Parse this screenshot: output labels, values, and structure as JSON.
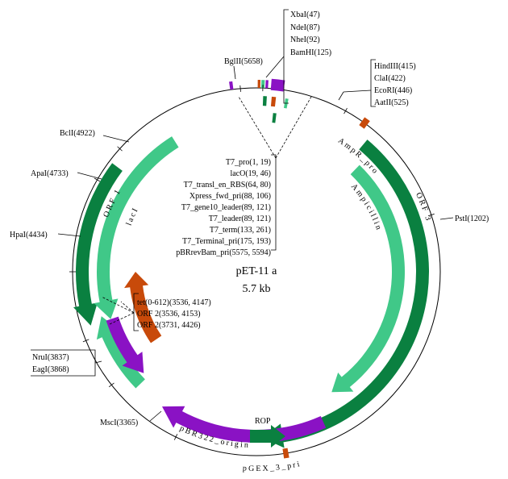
{
  "plasmid": {
    "name": "pET-11 a",
    "size": "5.7 kb"
  },
  "colors": {
    "dark_green": "#0a8040",
    "light_green": "#40c888",
    "purple": "#8a12c4",
    "orange": "#c84a0a",
    "teal": "#009966"
  },
  "sites": {
    "bglII": "BglII(5658)",
    "top_group": [
      "XbaI(47)",
      "NdeI(87)",
      "NheI(92)",
      "BamHI(125)"
    ],
    "right_group": [
      "HindIII(415)",
      "ClaI(422)",
      "EcoRI(446)",
      "AatII(525)"
    ],
    "pstI": "PstI(1202)",
    "bclI": "BclI(4922)",
    "apaI": "ApaI(4733)",
    "hpaI": "HpaI(4434)",
    "nru_eag": [
      "NruI(3837)",
      "EagI(3868)"
    ],
    "mscI": "MscI(3365)"
  },
  "feature_labels": [
    {
      "text": "T7_pro(1, 19)",
      "color": "#c84a0a"
    },
    {
      "text": "lacO(19, 46)",
      "color": "#0a7a3c"
    },
    {
      "text": "T7_transl_en_RBS(64, 80)",
      "color": "#2eb87a"
    },
    {
      "text": "Xpress_fwd_pri(88, 106)",
      "color": "#8a12c4"
    },
    {
      "text": "T7_gene10_leader(89, 121)",
      "color": "#c84a0a"
    },
    {
      "text": "T7_leader(89, 121)",
      "color": "#0a7a3c"
    },
    {
      "text": "T7_term(133, 261)",
      "color": "#8a12c4"
    },
    {
      "text": "T7_Terminal_pri(175, 193)",
      "color": "#2eb87a"
    },
    {
      "text": "pBRrevBam_pri(5575, 5594)",
      "color": "#8a12c4"
    }
  ],
  "orf_labels": [
    {
      "text": "tet(0-612)(3536, 4147)",
      "color": "#2eb87a"
    },
    {
      "text": "ORF 2(3536, 4153)",
      "color": "#8a12c4"
    },
    {
      "text": "ORF 2(3731, 4426)",
      "color": "#c84a0a"
    }
  ],
  "arc_labels": {
    "ampr_pro": "AmpR_pro",
    "ampicillin": "Ampicillin",
    "orf3": "ORF 3",
    "pbr322_origin": "pBR322_origin",
    "pgex": "pGEX_3_pri",
    "rop": "ROP",
    "laci": "lacI",
    "orf1": "ORF 1"
  }
}
